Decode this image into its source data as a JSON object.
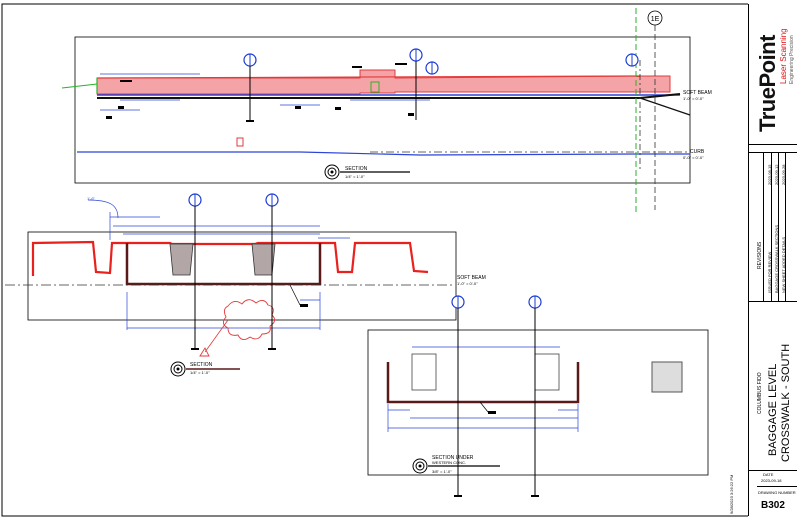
{
  "title_block": {
    "logo_main": "TruePoint",
    "logo_sub": "Laser Scanning",
    "logo_tagline": "Engineering Precision",
    "revisions_heading": "REVISIONS",
    "revisions": [
      {
        "no": "1",
        "desc": "ISSUED FOR REVIEW",
        "date": "2023-08-15"
      },
      {
        "no": "2",
        "desc": "BAGGAGE CROSSWALK SECTIONS",
        "date": "2023-09-12"
      },
      {
        "no": "3",
        "desc": "NEW SHEET ADDED DETAILS",
        "date": "2023-09-28"
      }
    ],
    "project": "COLUMBUS FIDO",
    "sheet_title_1": "BAGGAGE LEVEL",
    "sheet_title_2": "CROSSWALK - SOUTH",
    "date_label": "DATE",
    "date_value": "2023-09-18",
    "drawing_number_label": "DRAWING NUMBER",
    "drawing_number": "B302",
    "timestamp": "9/28/2023 3:26:22 PM"
  },
  "labels": {
    "grid_marker": "1E",
    "soft_beam": "SOFT BEAM",
    "soft_beam_elev": "1'-0\" = 0'-0\"",
    "curb": "CURB",
    "curb_elev": "0'-0\" = 0'-0\"",
    "section": "SECTION",
    "section_scale": "1/4\" = 1'-0\"",
    "section_under": "SECTION UNDER",
    "section_under_sub": "WESTERN CONC.",
    "section_scale_b": "3/8\" = 1'-0\""
  }
}
